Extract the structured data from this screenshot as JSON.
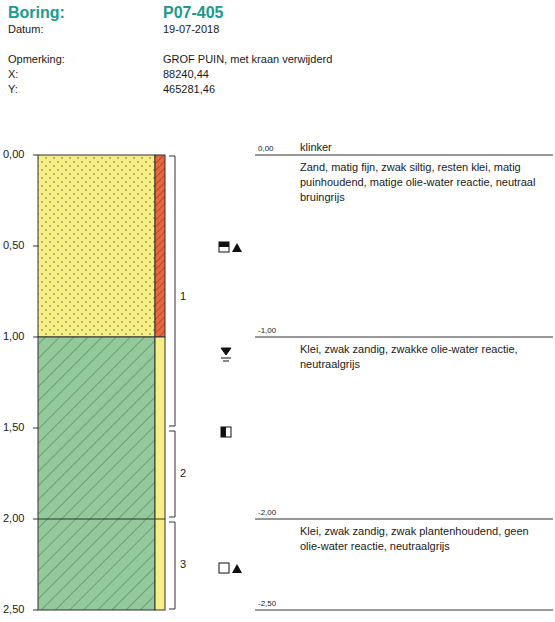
{
  "diagram": {
    "labels": [
      "Boring:",
      "P07-405",
      "Datum:",
      "19-07-2018",
      "Opmerking:",
      "GROF PUIN, met kraan verwijderd",
      "X:",
      "88240,44",
      "Y:",
      "465281,46",
      "0,00",
      "0,50",
      "1,00",
      "1,50",
      "2,00",
      "2,50",
      "1",
      "2",
      "3",
      "0,00",
      "klinker",
      "Zand, matig fijn, zwak siltig, resten klei, matig puinhoudend, matige olie-water reactie, neutraal bruingrijs",
      "-1,00",
      "Klei, zwak zandig, zwakke olie-water reactie, neutraalgrijs",
      "-2,00",
      "Klei, zwak zandig, zwak plantenhoudend, geen olie-water reactie, neutraalgrijs",
      "-2,50"
    ]
  }
}
